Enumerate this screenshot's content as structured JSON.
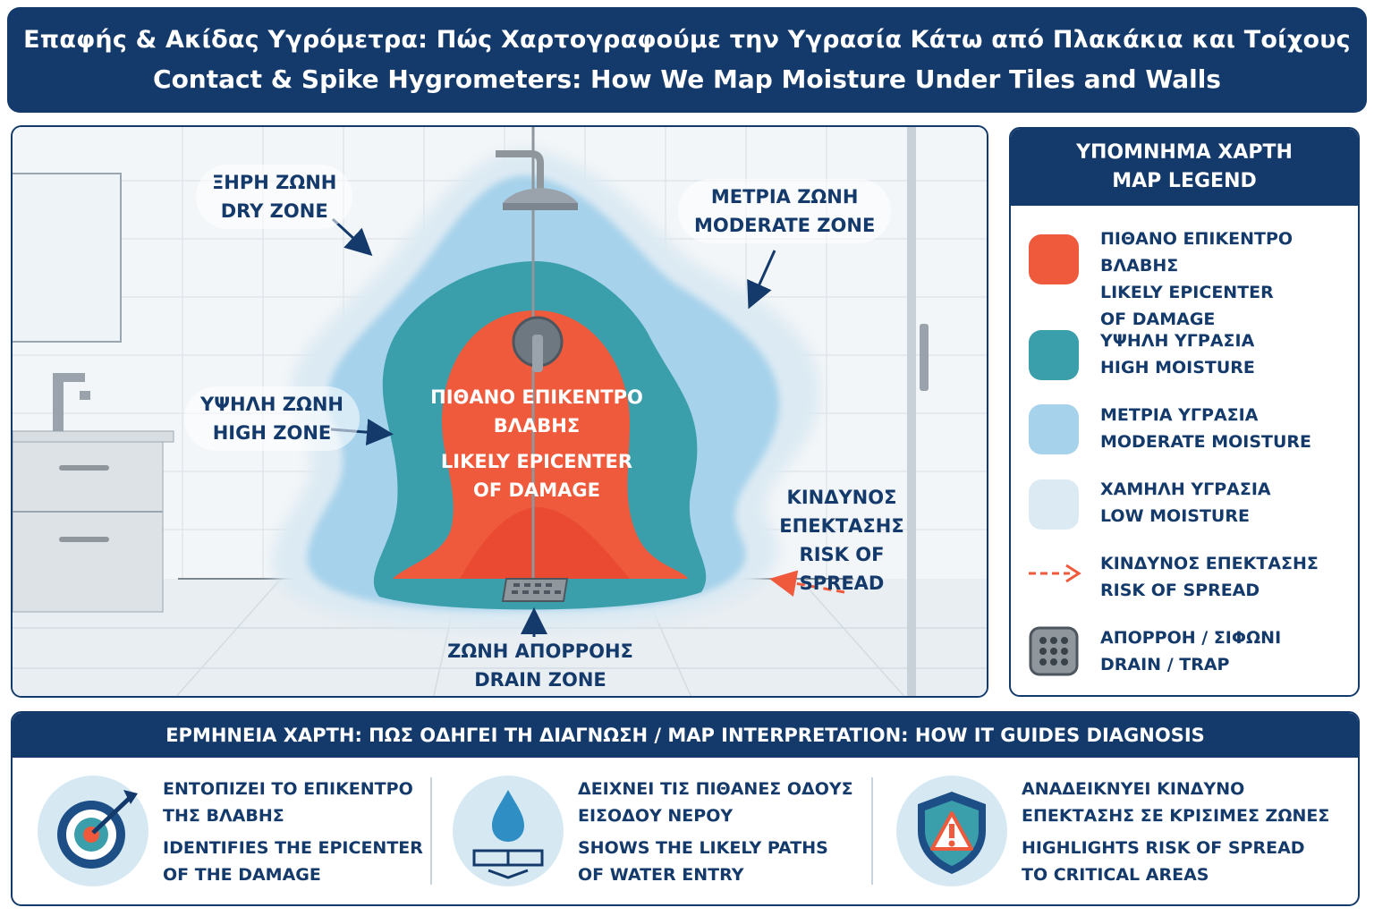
{
  "title": {
    "greek": "Επαφής & Ακίδας Υγρόμετρα: Πώς Χαρτογραφούμε την Υγρασία Κάτω από Πλακάκια και Τοίχους",
    "english": "Contact & Spike Hygrometers: How We Map Moisture Under Tiles and Walls"
  },
  "map": {
    "dry_zone": {
      "gr": "ΞΗΡΗ ΖΩΝΗ",
      "en": "DRY ZONE"
    },
    "moderate_zone": {
      "gr": "ΜΕΤΡΙΑ ΖΩΝΗ",
      "en": "MODERATE ZONE"
    },
    "high_zone": {
      "gr": "ΥΨΗΛΗ ΖΩΝΗ",
      "en": "HIGH ZONE"
    },
    "epicenter": {
      "gr1": "ΠΙΘΑΝΟ ΕΠΙΚΕΝΤΡΟ",
      "gr2": "ΒΛΑΒΗΣ",
      "en1": "LIKELY EPICENTER",
      "en2": "OF DAMAGE"
    },
    "risk": {
      "gr1": "ΚΙΝΔΥΝΟΣ",
      "gr2": "ΕΠΕΚΤΑΣΗΣ",
      "en": "RISK OF SPREAD"
    },
    "drain_zone": {
      "gr": "ΖΩΝΗ ΑΠΟΡΡΟΗΣ",
      "en": "DRAIN ZONE"
    }
  },
  "legend": {
    "title_gr": "ΥΠΟΜΝΗΜΑ ΧΑΡΤΗ",
    "title_en": "MAP LEGEND",
    "items": [
      {
        "gr": "ΠΙΘΑΝΟ ΕΠΙΚΕΝΤΡΟ ΒΛΑΒΗΣ",
        "en1": "LIKELY EPICENTER",
        "en2": "OF DAMAGE",
        "color": "#ef5a3c"
      },
      {
        "gr": "ΥΨΗΛΗ ΥΓΡΑΣΙΑ",
        "en1": "HIGH MOISTURE",
        "color": "#3a9fab"
      },
      {
        "gr": "ΜΕΤΡΙΑ ΥΓΡΑΣΙΑ",
        "en1": "MODERATE MOISTURE",
        "color": "#a6d2eb"
      },
      {
        "gr": "ΧΑΜΗΛΗ ΥΓΡΑΣΙΑ",
        "en1": "LOW MOISTURE",
        "color": "#dceaf3"
      },
      {
        "gr": "ΚΙΝΔΥΝΟΣ ΕΠΕΚΤΑΣΗΣ",
        "en1": "RISK OF SPREAD",
        "color": "#ef5a3c"
      },
      {
        "gr": "ΑΠΟΡΡΟΗ / ΣΙΦΩΝΙ",
        "en1": "DRAIN / TRAP",
        "color": "#8f969c"
      }
    ]
  },
  "interpretation": {
    "title": "ΕΡΜΗΝΕΙΑ ΧΑΡΤΗ: ΠΩΣ ΟΔΗΓΕΙ ΤΗ ΔΙΑΓΝΩΣΗ / MAP INTERPRETATION: HOW IT GUIDES DIAGNOSIS",
    "items": [
      {
        "gr1": "ΕΝΤΟΠΙΖΕΙ ΤΟ ΕΠΙΚΕΝΤΡΟ",
        "gr2": "ΤΗΣ ΒΛΑΒΗΣ",
        "en1": "IDENTIFIES THE EPICENTER",
        "en2": "OF THE DAMAGE",
        "icon": "target-icon"
      },
      {
        "gr1": "ΔΕΙΧΝΕΙ ΤΙΣ ΠΙΘΑΝΕΣ ΟΔΟΥΣ",
        "gr2": "ΕΙΣΟΔΟΥ ΝΕΡΟΥ",
        "en1": "SHOWS THE LIKELY PATHS",
        "en2": "OF WATER ENTRY",
        "icon": "water-drop-icon"
      },
      {
        "gr1": "ΑΝΑΔΕΙΚΝΥΕΙ ΚΙΝΔΥΝΟ",
        "gr2": "ΕΠΕΚΤΑΣΗΣ ΣΕ ΚΡΙΣΙΜΕΣ ΖΩΝΕΣ",
        "en1": "HIGHLIGHTS RISK OF SPREAD",
        "en2": "TO CRITICAL AREAS",
        "icon": "warning-shield-icon"
      }
    ]
  },
  "colors": {
    "navy": "#143a6b",
    "epicenter": "#ef5a3c",
    "high": "#3a9fab",
    "moderate": "#a6d2eb",
    "low": "#dceaf3"
  }
}
